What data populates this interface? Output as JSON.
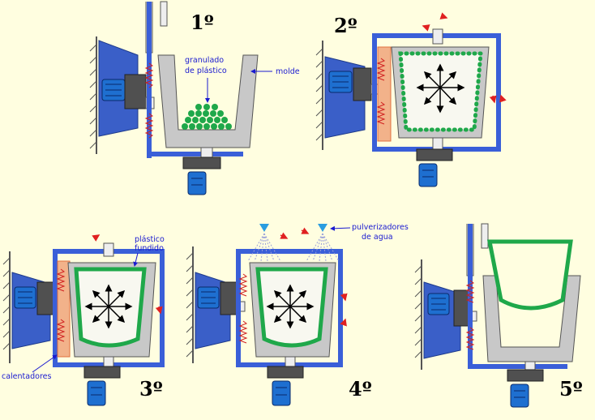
{
  "steps": [
    "1º",
    "2º",
    "3º",
    "4º",
    "5º"
  ],
  "labels": {
    "granulado": [
      "granulado",
      "de plástico"
    ],
    "molde": "molde",
    "plastico_fundido": [
      "plástico",
      "fundido"
    ],
    "calentadores": "calentadores",
    "pulverizadores": [
      "pulverizadores",
      "de agua"
    ]
  },
  "colors": {
    "background": "#fffee0",
    "frame": "#3a5fd8",
    "mould": "#c8c8c8",
    "plastic": "#1fa84a",
    "heater": "#f2b28a",
    "motor": "#1e6fd0",
    "wall": "#3a5fc8"
  },
  "icons": [
    "motor-icon",
    "heater-coil-icon",
    "arrow-icon",
    "spray-nozzle-icon"
  ]
}
